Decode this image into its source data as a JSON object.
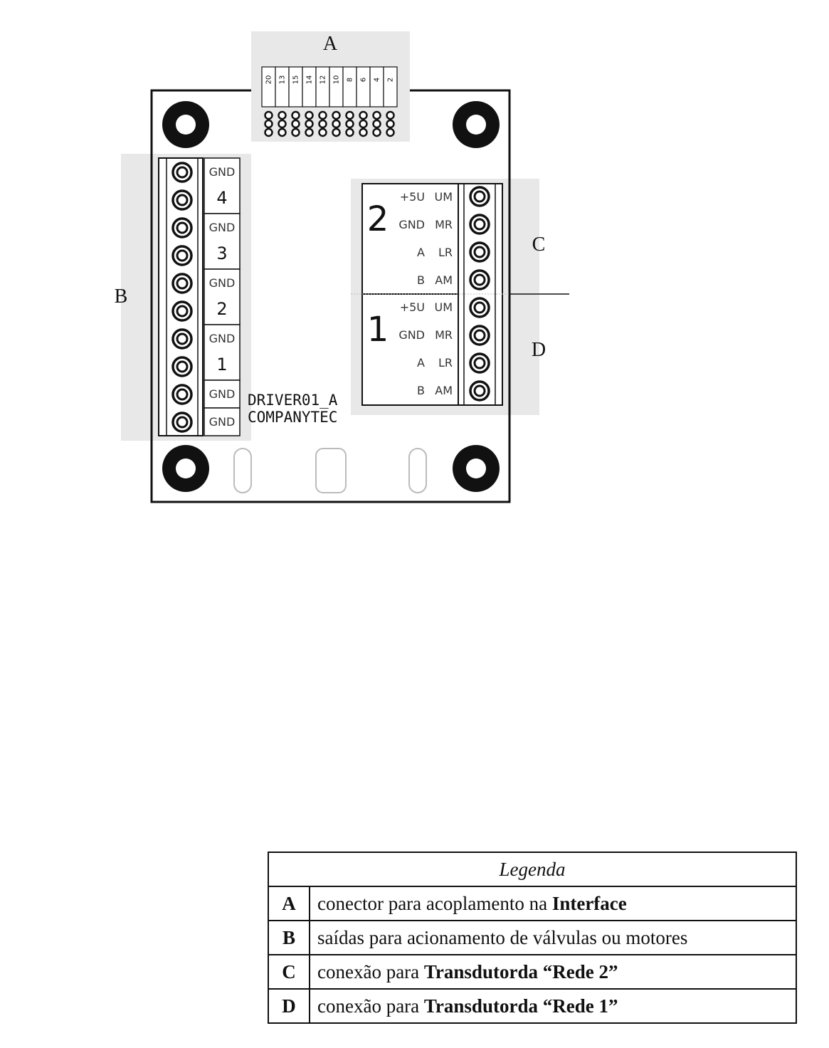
{
  "labels": {
    "A": "A",
    "B": "B",
    "C": "C",
    "D": "D"
  },
  "pin_numbers": [
    "20",
    "13",
    "15",
    "14",
    "12",
    "10",
    "8",
    "6",
    "4",
    "2"
  ],
  "left_terminals": [
    {
      "signal": "GND",
      "channel": "4"
    },
    {
      "signal": "GND",
      "channel": "3"
    },
    {
      "signal": "GND",
      "channel": "2"
    },
    {
      "signal": "GND",
      "channel": "1"
    },
    {
      "signal": "GND",
      "channel": ""
    },
    {
      "signal": "GND",
      "channel": ""
    }
  ],
  "networks": [
    {
      "number": "2",
      "rows": [
        {
          "left": "+5U",
          "right": "UM"
        },
        {
          "left": "GND",
          "right": "MR"
        },
        {
          "left": "A",
          "right": "LR"
        },
        {
          "left": "B",
          "right": "AM"
        }
      ]
    },
    {
      "number": "1",
      "rows": [
        {
          "left": "+5U",
          "right": "UM"
        },
        {
          "left": "GND",
          "right": "MR"
        },
        {
          "left": "A",
          "right": "LR"
        },
        {
          "left": "B",
          "right": "AM"
        }
      ]
    }
  ],
  "board_text": {
    "line1": "DRIVER01_A",
    "line2": "COMPANYTEC"
  },
  "legend": {
    "title": "Legenda",
    "rows": [
      {
        "key": "A",
        "text": "conector para acoplamento na ",
        "bold": "Interface"
      },
      {
        "key": "B",
        "text": "saídas para acionamento de válvulas ou motores",
        "bold": ""
      },
      {
        "key": "C",
        "text": "conexão para ",
        "bold": "Transdutorda “Rede 2”"
      },
      {
        "key": "D",
        "text": "conexão para ",
        "bold": "Transdutorda “Rede 1”"
      }
    ]
  }
}
